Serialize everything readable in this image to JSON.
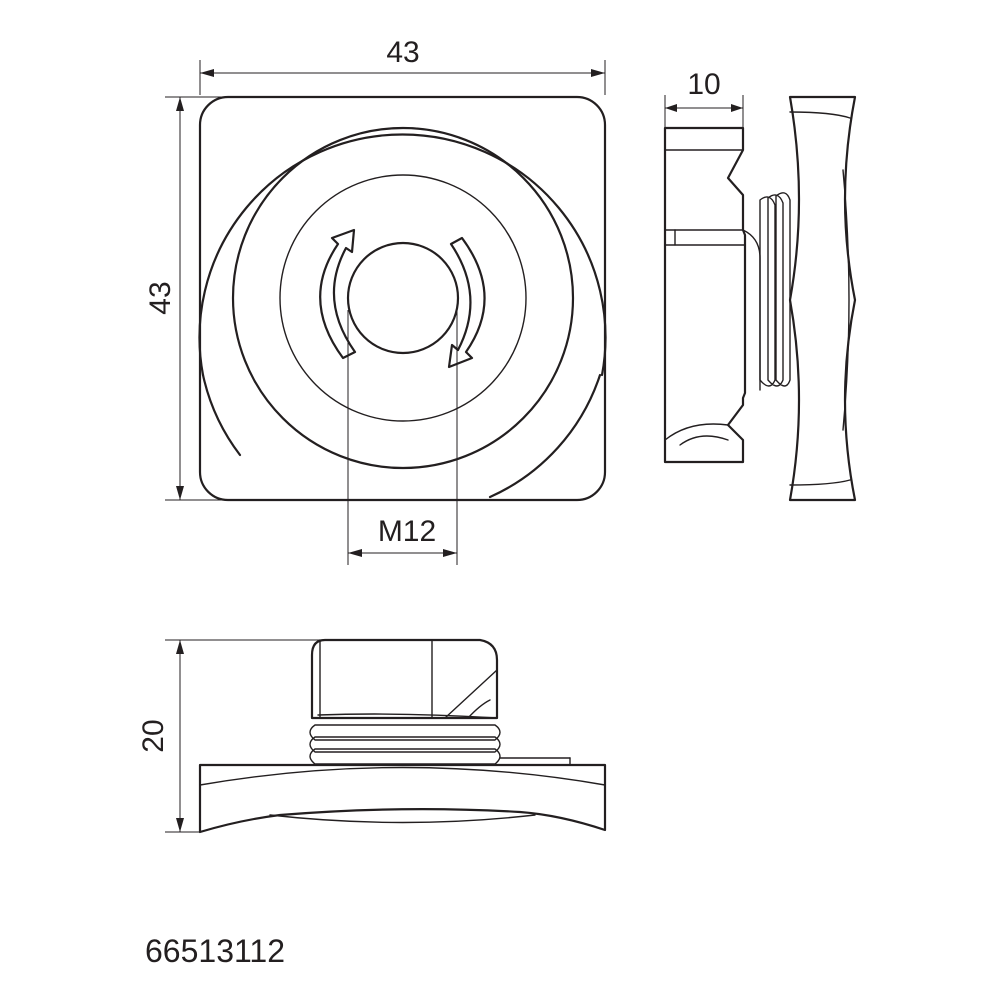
{
  "drawing": {
    "part_number": "66513112",
    "line_color": "#231f20",
    "background": "#ffffff",
    "dimensions": {
      "top_width": "43",
      "left_height": "43",
      "side_thickness": "10",
      "thread": "M12",
      "bottom_height": "20"
    }
  }
}
